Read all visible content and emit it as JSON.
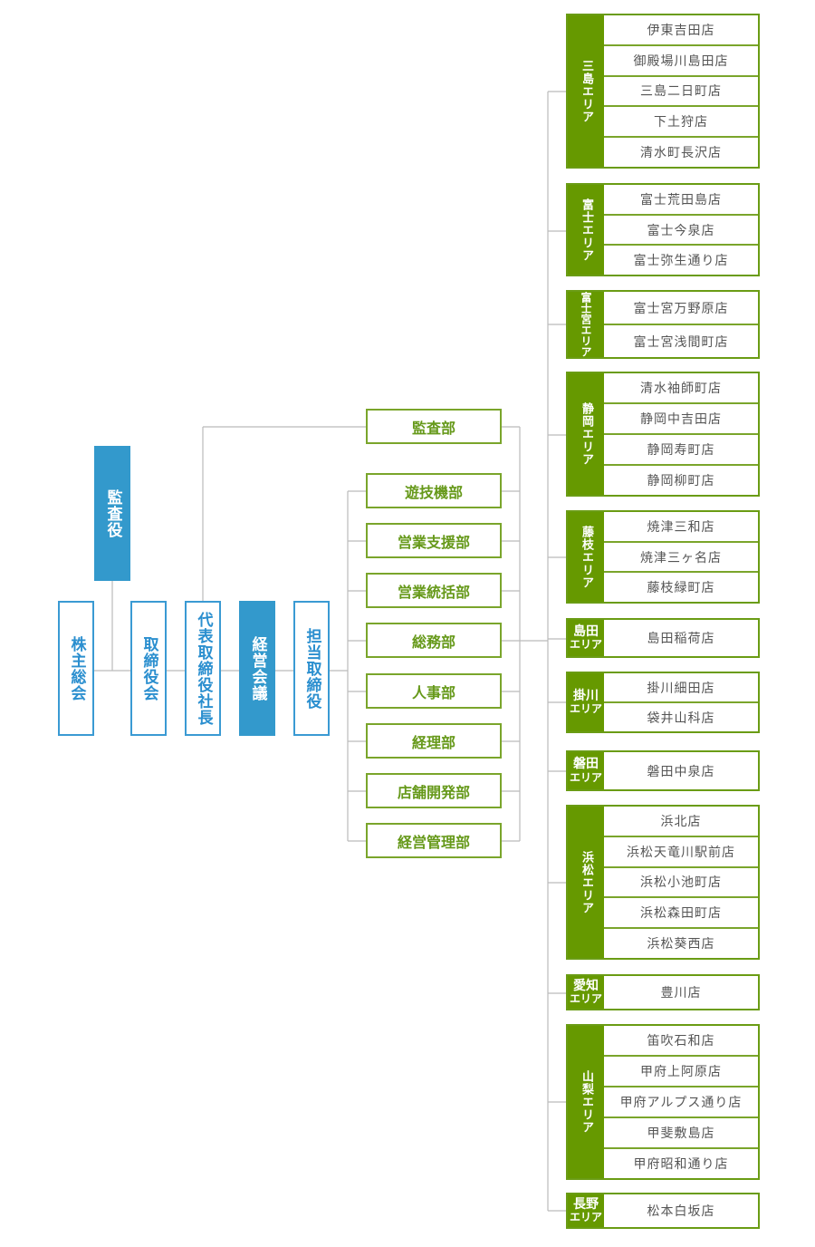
{
  "org": {
    "auditor": "監査役",
    "shareholders": "株主総会",
    "board": "取締役会",
    "president": "代表取締役社長",
    "management_meeting": "経営会議",
    "director": "担当取締役"
  },
  "departments": [
    "監査部",
    "遊技機部",
    "営業支援部",
    "営業統括部",
    "総務部",
    "人事部",
    "経理部",
    "店舗開発部",
    "経営管理部"
  ],
  "areas": [
    {
      "label": "三島エリア",
      "stores": [
        "伊東吉田店",
        "御殿場川島田店",
        "三島二日町店",
        "下土狩店",
        "清水町長沢店"
      ]
    },
    {
      "label": "富士エリア",
      "stores": [
        "富士荒田島店",
        "富士今泉店",
        "富士弥生通り店"
      ]
    },
    {
      "label": "富士宮エリア",
      "stores": [
        "富士宮万野原店",
        "富士宮浅間町店"
      ]
    },
    {
      "label": "静岡エリア",
      "stores": [
        "清水袖師町店",
        "静岡中吉田店",
        "静岡寿町店",
        "静岡柳町店"
      ]
    },
    {
      "label": "藤枝エリア",
      "stores": [
        "焼津三和店",
        "焼津三ヶ名店",
        "藤枝緑町店"
      ]
    },
    {
      "label_main": "島田",
      "label_sub": "エリア",
      "stores": [
        "島田稲荷店"
      ]
    },
    {
      "label_main": "掛川",
      "label_sub": "エリア",
      "stores": [
        "掛川細田店",
        "袋井山科店"
      ]
    },
    {
      "label_main": "磐田",
      "label_sub": "エリア",
      "stores": [
        "磐田中泉店"
      ]
    },
    {
      "label": "浜松エリア",
      "stores": [
        "浜北店",
        "浜松天竜川駅前店",
        "浜松小池町店",
        "浜松森田町店",
        "浜松葵西店"
      ]
    },
    {
      "label_main": "愛知",
      "label_sub": "エリア",
      "stores": [
        "豊川店"
      ]
    },
    {
      "label": "山梨エリア",
      "stores": [
        "笛吹石和店",
        "甲府上阿原店",
        "甲府アルプス通り店",
        "甲斐敷島店",
        "甲府昭和通り店"
      ]
    },
    {
      "label_main": "長野",
      "label_sub": "エリア",
      "stores": [
        "松本白坂店"
      ]
    }
  ]
}
